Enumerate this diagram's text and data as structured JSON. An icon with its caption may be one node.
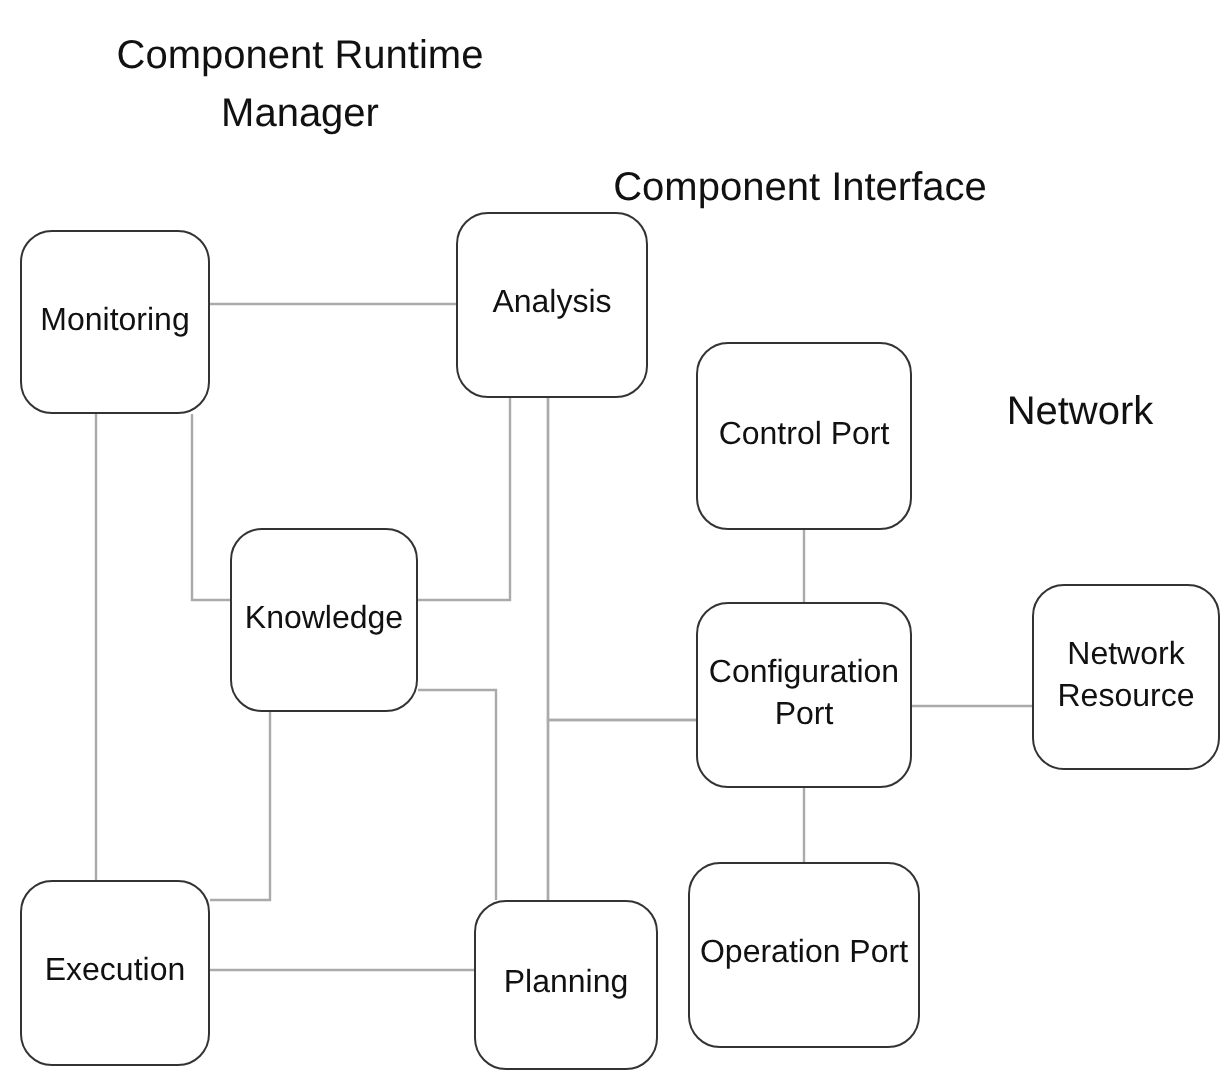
{
  "diagram": {
    "nodes": [
      {
        "text": [
          "Monitoring"
        ]
      },
      {
        "text": [
          "Analysis"
        ]
      },
      {
        "text": [
          "Control Port"
        ]
      },
      {
        "text": [
          "Knowledge"
        ]
      },
      {
        "text": [
          "Configuration Port"
        ]
      },
      {
        "text": [
          "Network Resource"
        ]
      },
      {
        "text": [
          "Operation Port"
        ]
      },
      {
        "text": [
          "Execution"
        ]
      },
      {
        "text": [
          "Planning"
        ]
      }
    ],
    "edges": [
      {
        "from": 0,
        "to": 1,
        "arrow": "none"
      },
      {
        "from": 0,
        "to": 3,
        "arrow": "none"
      },
      {
        "from": 1,
        "to": 3,
        "arrow": "none"
      },
      {
        "from": 0,
        "to": 7,
        "arrow": "none"
      },
      {
        "from": 3,
        "to": 7,
        "arrow": "none"
      },
      {
        "from": 3,
        "to": 8,
        "arrow": "none"
      },
      {
        "from": 7,
        "to": 8,
        "arrow": "none"
      },
      {
        "from": 1,
        "to": 8,
        "arrow": "none"
      },
      {
        "from": 4,
        "to": 1,
        "arrow": "none"
      },
      {
        "from": 4,
        "to": 8,
        "arrow": "none"
      },
      {
        "from": 2,
        "to": 4,
        "arrow": "none"
      },
      {
        "from": 4,
        "to": 6,
        "arrow": "none"
      },
      {
        "from": 4,
        "to": 5,
        "arrow": "none"
      }
    ],
    "labels": [
      "Component Runtime Manager",
      "Component Interface",
      "Network"
    ]
  }
}
